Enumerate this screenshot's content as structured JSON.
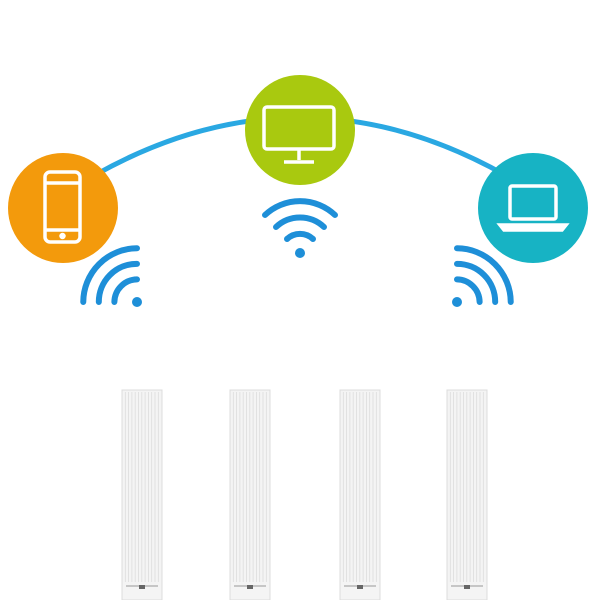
{
  "colors": {
    "link_arc": "#2aa8e2",
    "wifi": "#1e8fd8",
    "phone_bg": "#f39a0c",
    "monitor_bg": "#a9c90f",
    "laptop_bg": "#17b3c4",
    "antenna": "#f4f4f4",
    "antenna_line": "#dcdcdc"
  },
  "devices": [
    {
      "name": "phone",
      "icon": "smartphone-icon"
    },
    {
      "name": "monitor",
      "icon": "monitor-icon"
    },
    {
      "name": "laptop",
      "icon": "laptop-icon"
    }
  ],
  "antenna_count": 4
}
